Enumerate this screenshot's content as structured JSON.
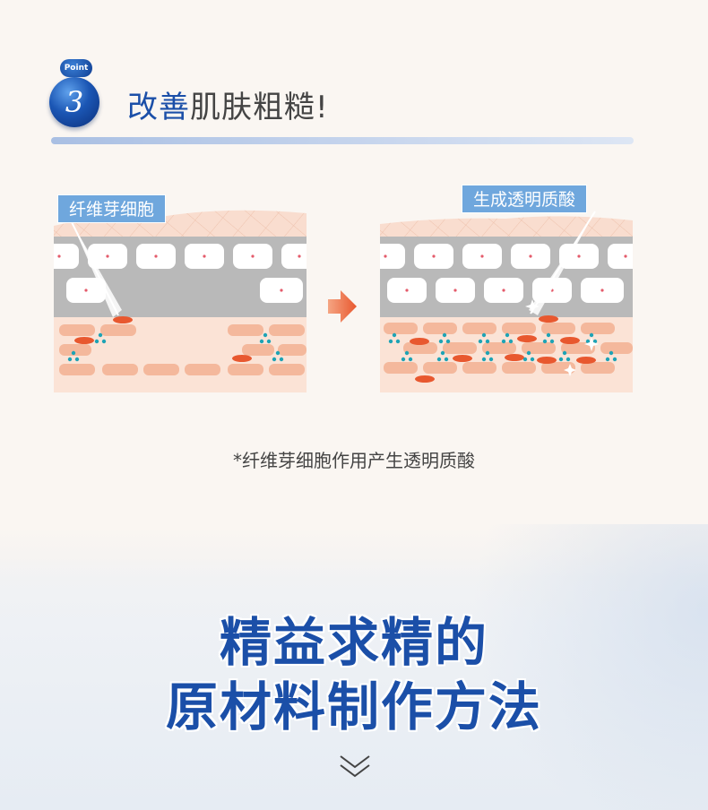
{
  "point": {
    "label": "Point",
    "number": "3",
    "title_highlight": "改善",
    "title_rest": "肌肤粗糙!"
  },
  "illustration": {
    "left_callout": "纤维芽细胞",
    "right_callout": "生成透明质酸",
    "caption": "*纤维芽细胞作用产生透明质酸"
  },
  "section": {
    "title_line1": "精益求精的",
    "title_line2": "原材料制作方法"
  },
  "icons": {
    "badge": "point-badge-icon",
    "arrow": "arrow-right-icon",
    "chevron": "double-chevron-down-icon"
  },
  "colors": {
    "brand_blue": "#1b4fa8",
    "callout_blue": "#6fa7dd",
    "fibroblast_orange": "#e8582f",
    "skin_pink": "#f7c9b4",
    "hyaluronic_teal": "#1ea3b5"
  }
}
